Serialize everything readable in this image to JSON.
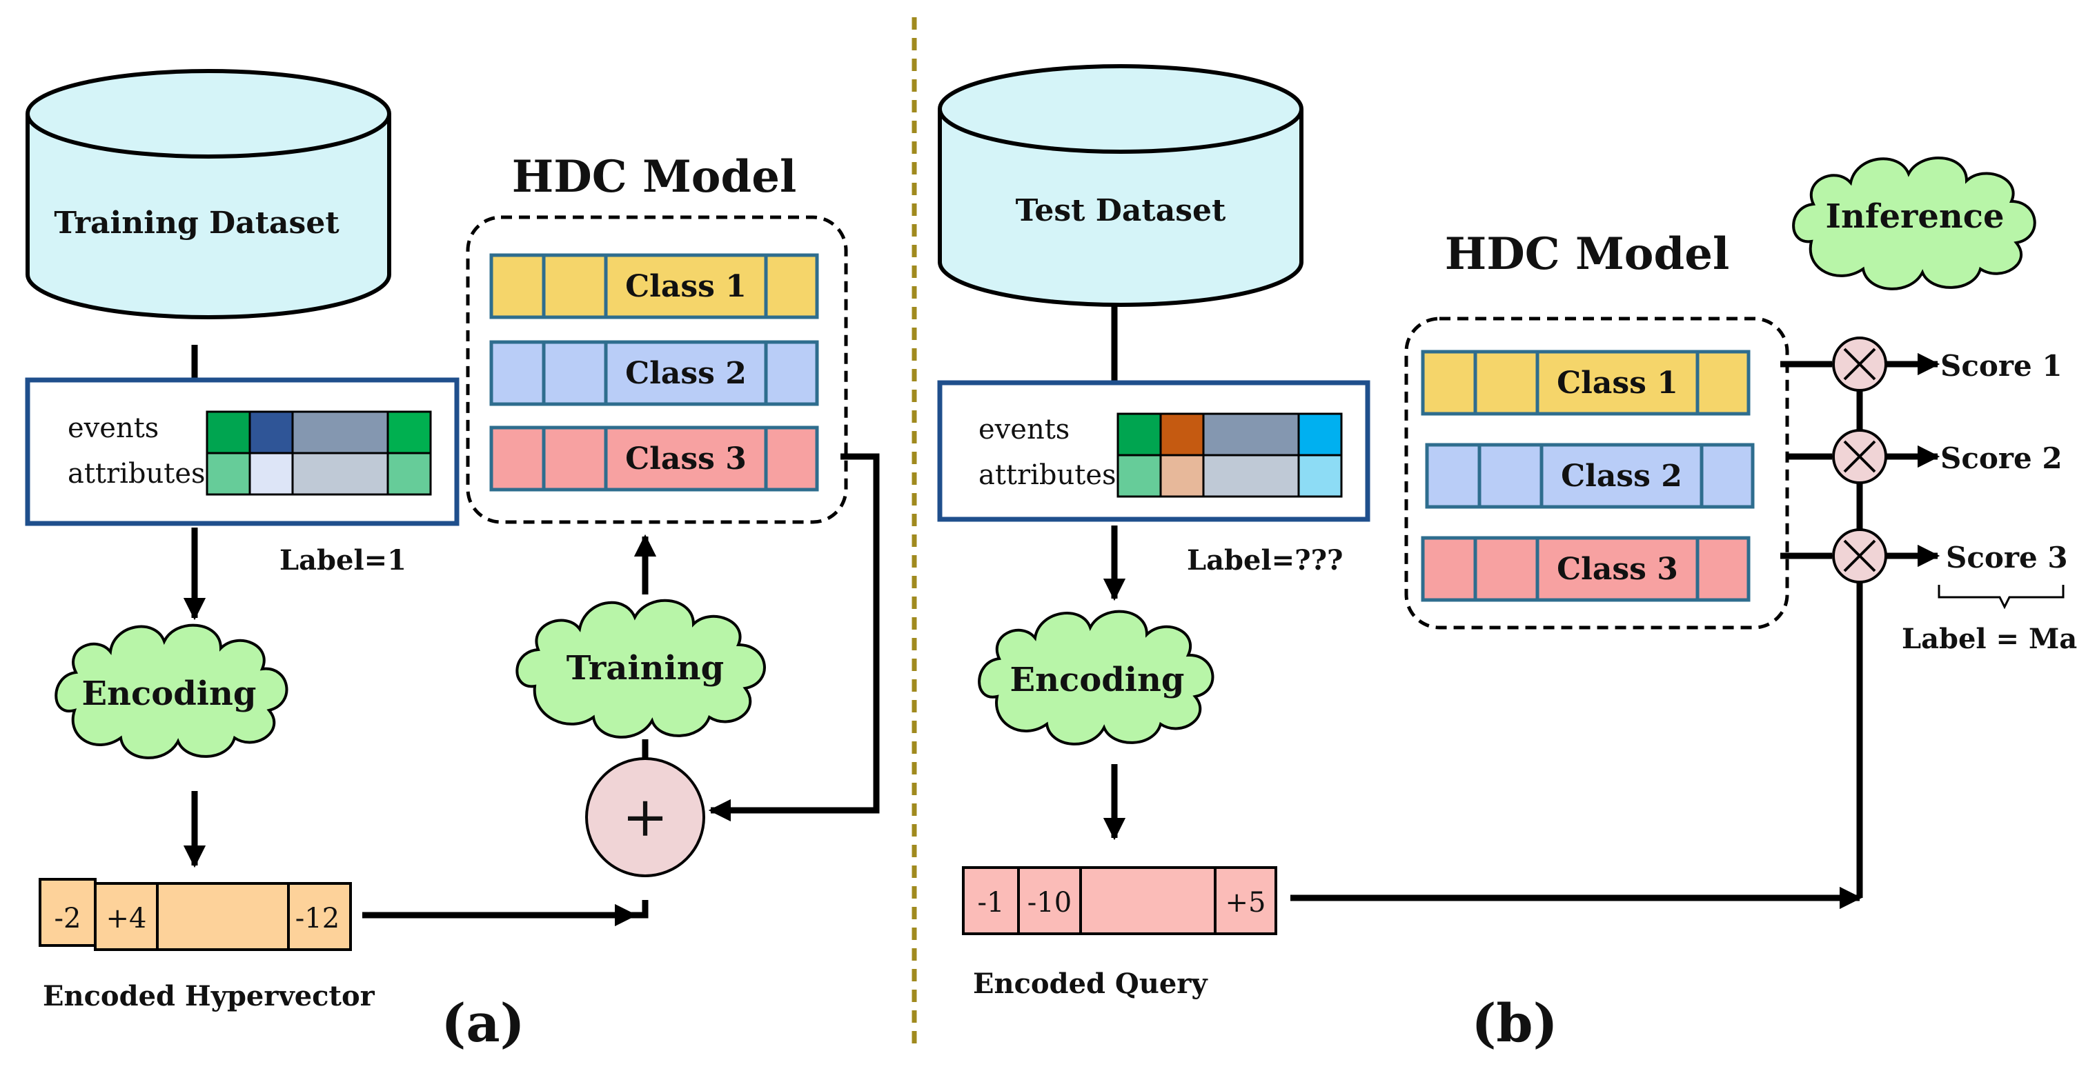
{
  "panel_a": {
    "dataset_label": "Training Dataset",
    "model_title": "HDC Model",
    "classes": [
      "Class 1",
      "Class 2",
      "Class 3"
    ],
    "events_label": "events",
    "attributes_label": "attributes",
    "label_text": "Label=1",
    "encoding_label": "Encoding",
    "training_label": "Training",
    "hypervector_values": [
      "-2",
      "+4",
      "-12"
    ],
    "hypervector_caption": "Encoded Hypervector",
    "adder_symbol": "+",
    "caption": "(a)"
  },
  "panel_b": {
    "dataset_label": "Test Dataset",
    "model_title": "HDC Model",
    "inference_label": "Inference",
    "classes": [
      "Class 1",
      "Class 2",
      "Class 3"
    ],
    "events_label": "events",
    "attributes_label": "attributes",
    "label_text": "Label=???",
    "encoding_label": "Encoding",
    "query_values": [
      "-1",
      "-10",
      "+5"
    ],
    "query_caption": "Encoded Query",
    "scores": [
      "Score 1",
      "Score 2",
      "Score 3"
    ],
    "max_label": "Label = Max",
    "caption": "(b)"
  },
  "colors": {
    "class1": "#f5d56a",
    "class2": "#b9cdf7",
    "class3": "#f7a1a1",
    "cloud": "#b8f5a8",
    "cylinder": "#d5f4f8",
    "vector": "#fdd29a",
    "query": "#fbbcb8",
    "operator": "#f0d4d6",
    "divider": "#a08a1e",
    "frame": "#1f4f8c",
    "bar_border": "#2e6d8e"
  }
}
